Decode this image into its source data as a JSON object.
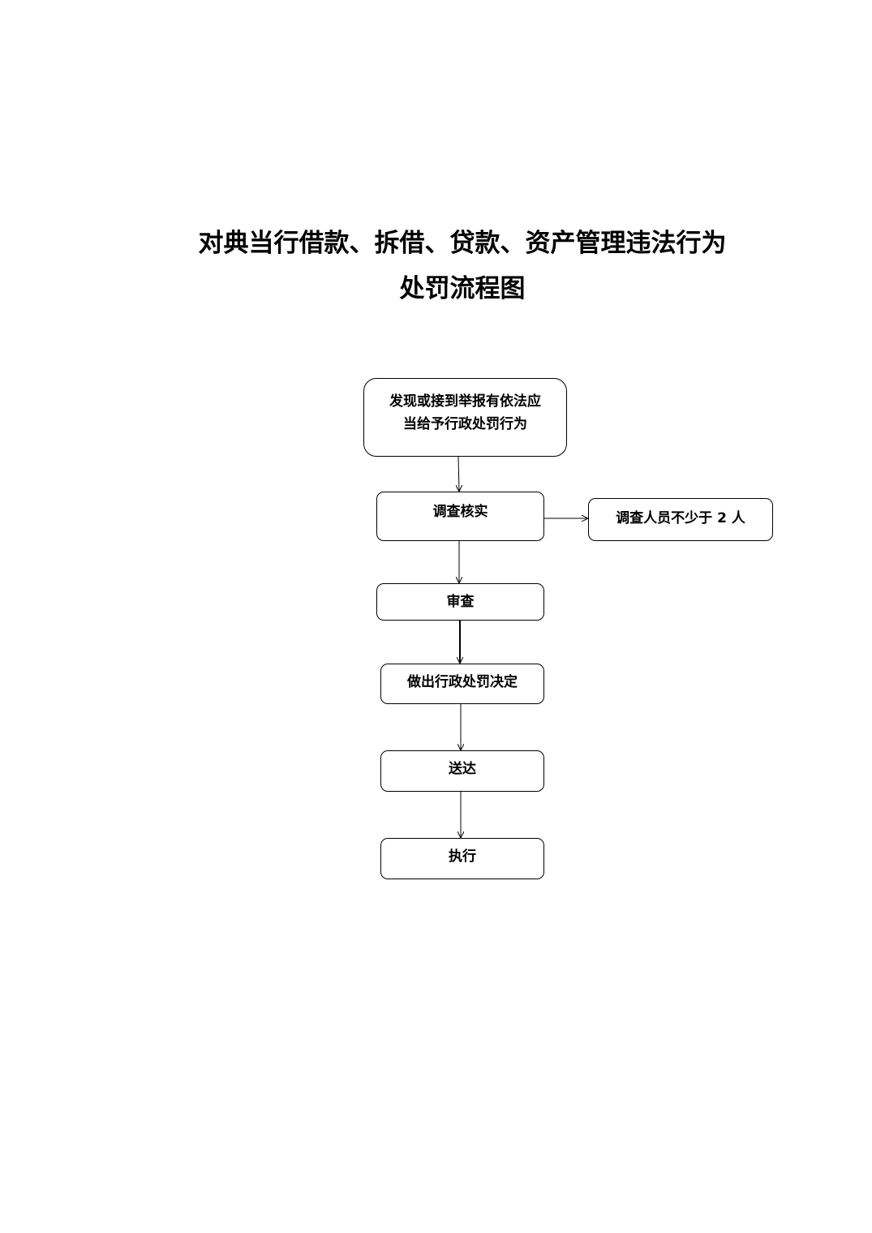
{
  "title": {
    "line1": "对典当行借款、拆借、贷款、资产管理违法行为",
    "line2": "处罚流程图"
  },
  "nodes": {
    "discover": {
      "line1": "发现或接到举报有依法应",
      "line2": "当给予行政处罚行为"
    },
    "investigate": "调查核实",
    "note": "调查人员不少于 2 人",
    "review": "审查",
    "decision": "做出行政处罚决定",
    "deliver": "送达",
    "execute": "执行"
  }
}
